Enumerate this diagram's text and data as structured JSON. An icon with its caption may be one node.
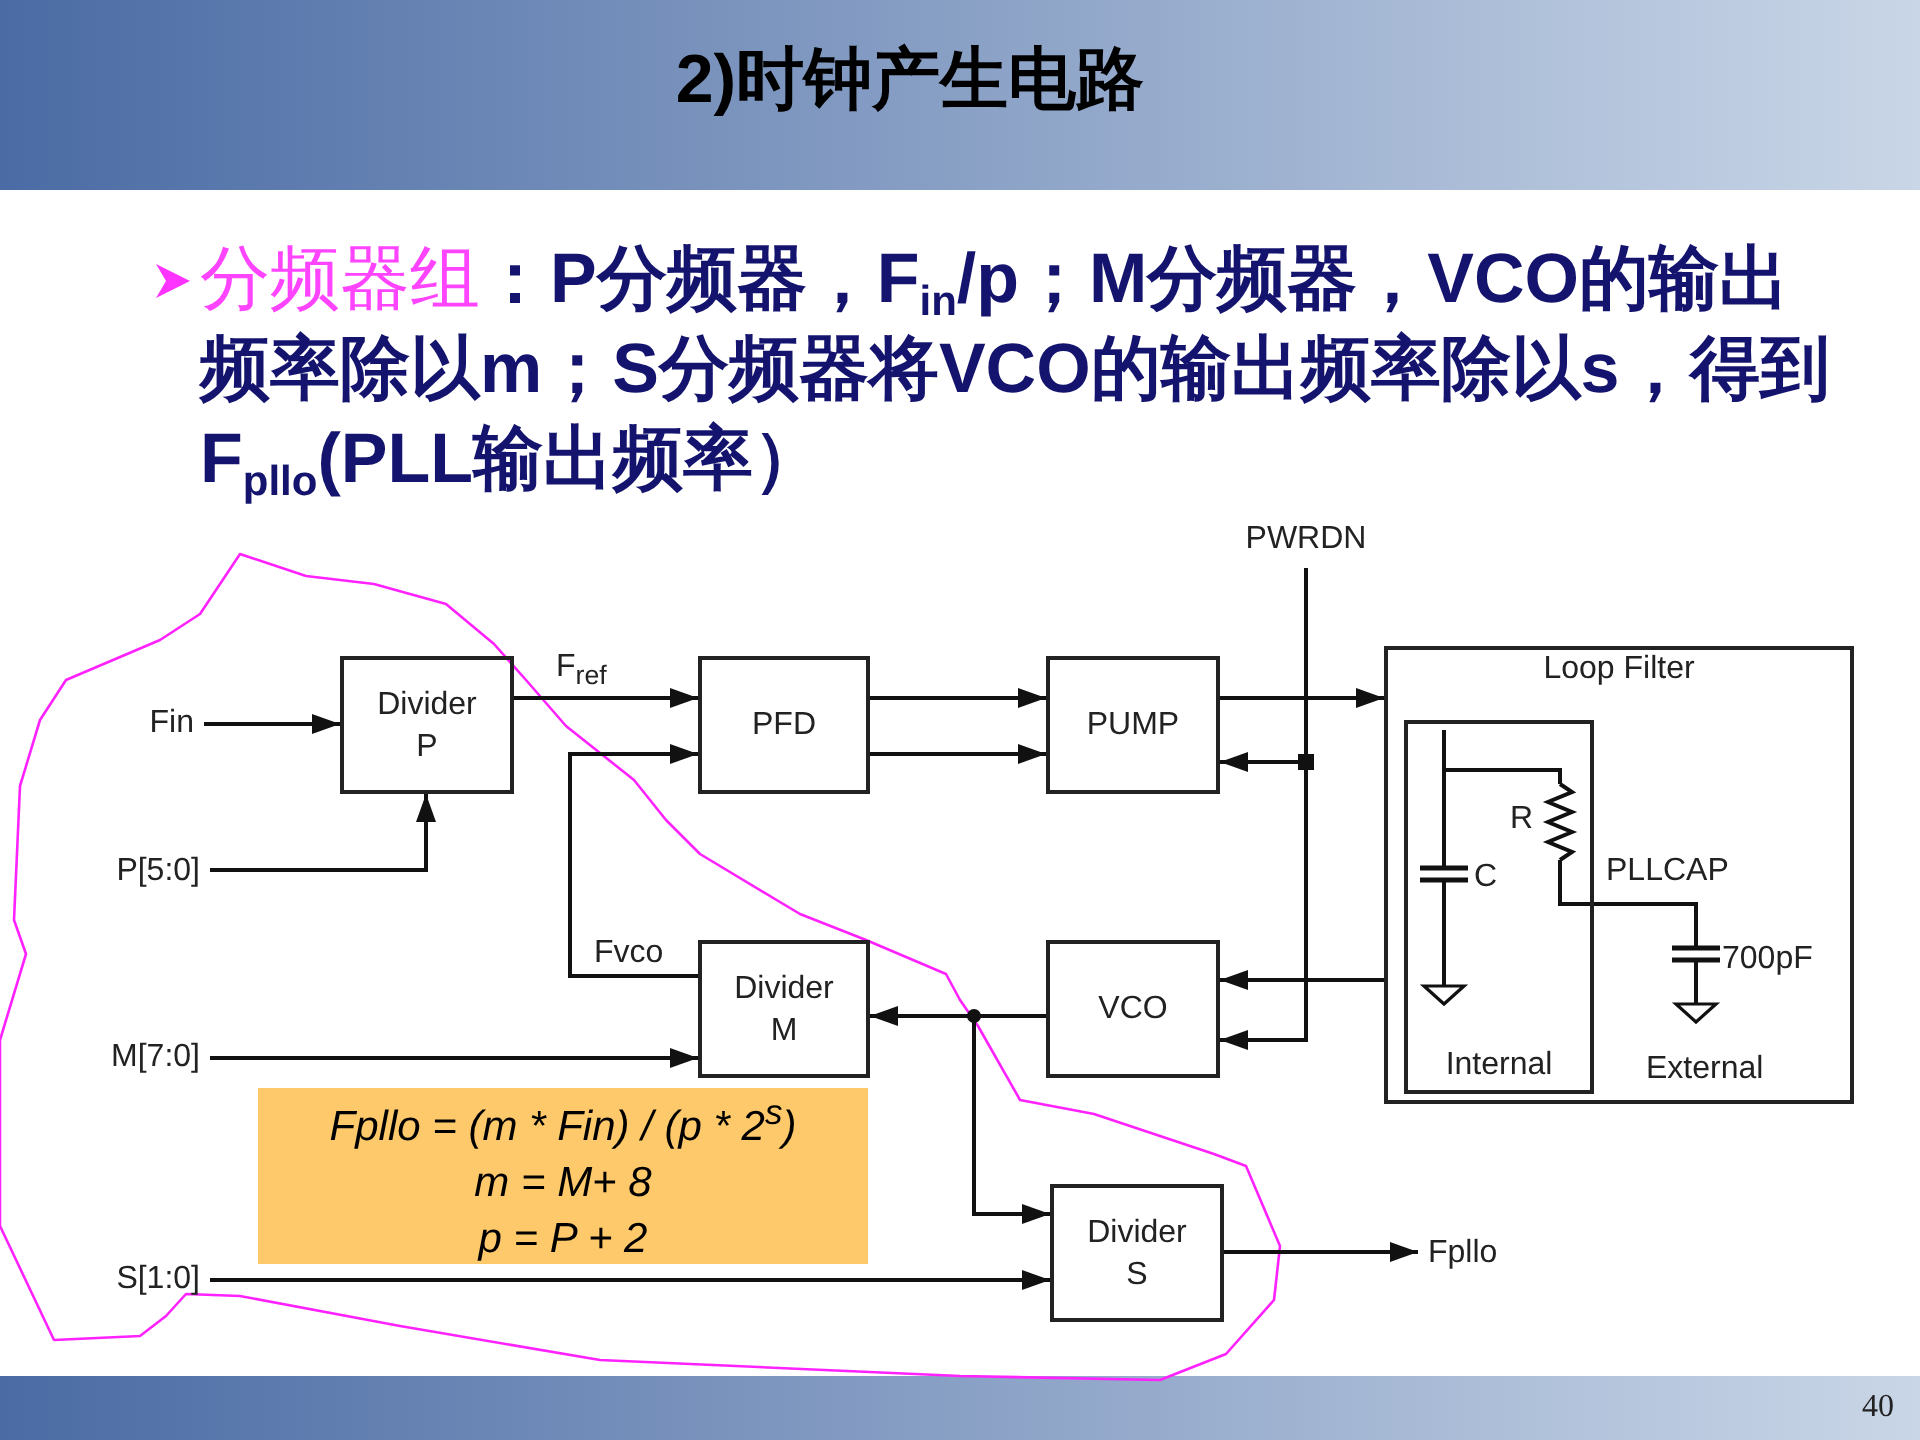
{
  "diagram": {
    "title": "2)时钟产生电路",
    "nodes": [
      {
        "text": [
          "PWRDN"
        ]
      },
      {
        "text": [
          "Fin"
        ]
      },
      {
        "text": [
          "Divider P"
        ]
      },
      {
        "text": [
          "PFD"
        ]
      },
      {
        "text": [
          "PUMP"
        ]
      },
      {
        "text": [
          "Loop Filter"
        ]
      },
      {
        "text": [
          "Internal"
        ],
        "in": 5
      },
      {
        "text": [
          "P[5:0]"
        ]
      },
      {
        "text": [
          "M[7:0]"
        ]
      },
      {
        "text": [
          "Divider M"
        ]
      },
      {
        "text": [
          "VCO"
        ]
      },
      {
        "text": [
          "Fpllo = (m * Fin) / (p * 2$^{s}$)",
          "m = M+ 8",
          "p = P + 2"
        ]
      },
      {
        "text": [
          "S[1:0]"
        ]
      },
      {
        "text": [
          "Divider S"
        ]
      },
      {
        "text": [
          "Fpllo"
        ]
      }
    ],
    "edges": [
      {
        "from": 1,
        "to": 2,
        "arrow": "to"
      },
      {
        "from": 7,
        "to": 2,
        "arrow": "to"
      },
      {
        "from": 2,
        "to": 3,
        "arrow": "to",
        "label": "F$_{ref}$"
      },
      {
        "from": 9,
        "to": 3,
        "arrow": "to",
        "label": "Fvco"
      },
      {
        "from": 3,
        "to": 4,
        "arrow": "to"
      },
      {
        "from": 3,
        "to": 4,
        "arrow": "to"
      },
      {
        "from": 4,
        "to": 5,
        "arrow": "to"
      },
      {
        "from": 0,
        "to": 4,
        "arrow": "to"
      },
      {
        "from": 0,
        "to": 10,
        "arrow": "to"
      },
      {
        "from": 5,
        "to": 10,
        "arrow": "to"
      },
      {
        "from": 10,
        "to": 9,
        "arrow": "to"
      },
      {
        "from": 10,
        "to": 13,
        "arrow": "to"
      },
      {
        "from": 8,
        "to": 9,
        "arrow": "to"
      },
      {
        "from": 12,
        "to": 13,
        "arrow": "to"
      },
      {
        "from": 13,
        "to": 14,
        "arrow": "to"
      }
    ],
    "labels": [
      "分频器组**：P分频器，F$_{in}$/p；M分频器，VCO的输出频率除以m；S分频器将VCO的输出频率除以s，得到F$_{pllo}$(PLL输出频率）**",
      "R",
      "C",
      "PLLCAP",
      "700pF",
      "External",
      "40"
    ]
  }
}
